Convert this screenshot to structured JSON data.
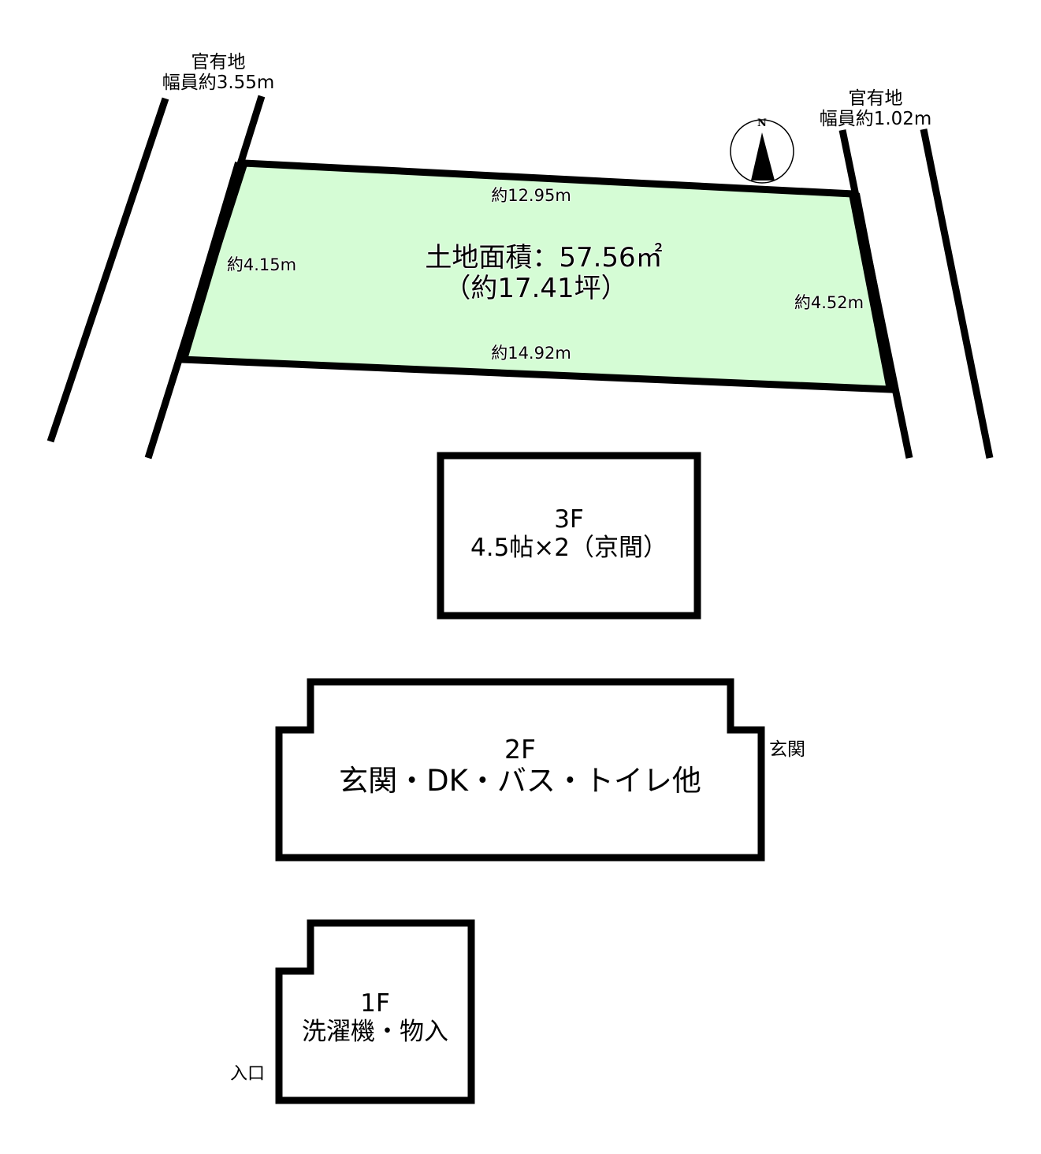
{
  "colors": {
    "lot_fill": "#d5fcd5",
    "line": "#000000",
    "background": "#ffffff"
  },
  "roads": {
    "left": {
      "label": "官有地",
      "width": "幅員約3.55m"
    },
    "right": {
      "label": "官有地",
      "width": "幅員約1.02m"
    }
  },
  "compass": {
    "letter": "N",
    "icon": "north-arrow-icon"
  },
  "lot": {
    "top_edge": "約12.95m",
    "bottom_edge": "約14.92m",
    "left_edge": "約4.15m",
    "right_edge": "約4.52m",
    "area_line1": "土地面積：57.56㎡",
    "area_line2": "（約17.41坪）"
  },
  "floors": {
    "f3": {
      "title": "3F",
      "desc": "4.5帖×2（京間）"
    },
    "f2": {
      "title": "2F",
      "desc": "玄関・DK・バス・トイレ他",
      "side_label": "玄関"
    },
    "f1": {
      "title": "1F",
      "desc": "洗濯機・物入",
      "side_label": "入口"
    }
  }
}
